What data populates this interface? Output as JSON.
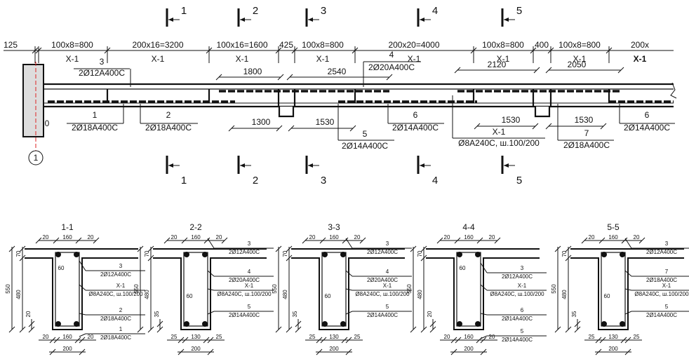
{
  "elevation": {
    "axis_label": "1",
    "left_dim": "125",
    "spans": [
      {
        "dim": "100x8=800",
        "mark": "X-1"
      },
      {
        "dim": "200x16=3200",
        "mark": "X-1"
      },
      {
        "dim": "100x16=1600",
        "mark": "X-1"
      },
      {
        "dim": "425",
        "mark": ""
      },
      {
        "dim": "100x8=800",
        "mark": "X-1"
      },
      {
        "dim": "200x20=4000",
        "mark": "X-1"
      },
      {
        "dim": "100x8=800",
        "mark": "X-1"
      },
      {
        "dim": "400",
        "mark": ""
      },
      {
        "dim": "100x8=800",
        "mark": "X-1"
      },
      {
        "dim": "200x",
        "mark": "X-1"
      }
    ],
    "rebars": [
      {
        "pos": "3",
        "spec": "2Ø12A400C"
      },
      {
        "pos": "1",
        "spec": "2Ø18A400C"
      },
      {
        "pos": "2",
        "spec": "2Ø18A400C"
      },
      {
        "pos": "4",
        "spec": "2Ø20A400C"
      },
      {
        "pos": "5",
        "spec": "2Ø14A400C"
      },
      {
        "pos": "6",
        "spec": "2Ø14A400C"
      },
      {
        "pos": "X-1",
        "spec": "Ø8A240C, ш.100/200"
      },
      {
        "pos": "7",
        "spec": "2Ø18A400C"
      },
      {
        "pos": "6",
        "spec": "2Ø14A400C"
      }
    ],
    "top_dims": [
      "1800",
      "2540",
      "2120",
      "2050"
    ],
    "bottom_dims": [
      "1300",
      "1530",
      "1530",
      "1530"
    ],
    "small_dim": "0"
  },
  "section_cuts": [
    "1",
    "2",
    "3",
    "4",
    "5"
  ],
  "sections": [
    {
      "title": "1-1",
      "top": [
        "20",
        "160",
        "20"
      ],
      "bottom": [
        "20",
        "160",
        "20"
      ],
      "width": "200",
      "height": "550",
      "web": "480",
      "flange": "70",
      "cover": "20",
      "offset": "60",
      "callouts": [
        {
          "pos": "3",
          "spec": "2Ø12A400C"
        },
        {
          "pos": "X-1",
          "spec": "Ø8A240C, ш.100/200"
        },
        {
          "pos": "2",
          "spec": "2Ø18A400C"
        },
        {
          "pos": "1",
          "spec": "2Ø18A400C"
        }
      ]
    },
    {
      "title": "2-2",
      "top": [
        "20",
        "160",
        "20"
      ],
      "bottom": [
        "25",
        "130",
        "25"
      ],
      "width": "200",
      "height": "550",
      "web": "480",
      "flange": "70",
      "cover": "35",
      "offset": "60",
      "callouts": [
        {
          "pos": "3",
          "spec": "2Ø12A400C"
        },
        {
          "pos": "4",
          "spec": "2Ø20A400C"
        },
        {
          "pos": "X-1",
          "spec": "Ø8A240C, ш.100/200"
        },
        {
          "pos": "5",
          "spec": "2Ø14A400C"
        }
      ]
    },
    {
      "title": "3-3",
      "top": [
        "20",
        "160",
        "20"
      ],
      "bottom": [
        "25",
        "130",
        "25"
      ],
      "width": "200",
      "height": "550",
      "web": "480",
      "flange": "70",
      "cover": "35",
      "offset": "60",
      "callouts": [
        {
          "pos": "3",
          "spec": "2Ø12A400C"
        },
        {
          "pos": "4",
          "spec": "2Ø20A400C"
        },
        {
          "pos": "X-1",
          "spec": "Ø8A240C, ш.100/200"
        },
        {
          "pos": "5",
          "spec": "2Ø14A400C"
        }
      ]
    },
    {
      "title": "4-4",
      "top": [
        "20",
        "160",
        "20"
      ],
      "bottom": [
        "20",
        "160",
        "20"
      ],
      "width": "200",
      "height": "550",
      "web": "480",
      "flange": "70",
      "cover": "20",
      "offset": "60",
      "callouts": [
        {
          "pos": "3",
          "spec": "2Ø12A400C"
        },
        {
          "pos": "X-1",
          "spec": "Ø8A240C, ш.100/200"
        },
        {
          "pos": "6",
          "spec": "2Ø14A400C"
        },
        {
          "pos": "5",
          "spec": "2Ø14A400C"
        }
      ]
    },
    {
      "title": "5-5",
      "top": [
        "20",
        "160",
        "20"
      ],
      "bottom": [
        "25",
        "130",
        "25"
      ],
      "width": "200",
      "height": "550",
      "web": "480",
      "flange": "70",
      "cover": "35",
      "offset": "60",
      "callouts": [
        {
          "pos": "3",
          "spec": "2Ø12A400C"
        },
        {
          "pos": "7",
          "spec": "2Ø18A400C"
        },
        {
          "pos": "X-1",
          "spec": "Ø8A240C, ш.100/200"
        },
        {
          "pos": "5",
          "spec": "2Ø14A400C"
        }
      ]
    }
  ]
}
